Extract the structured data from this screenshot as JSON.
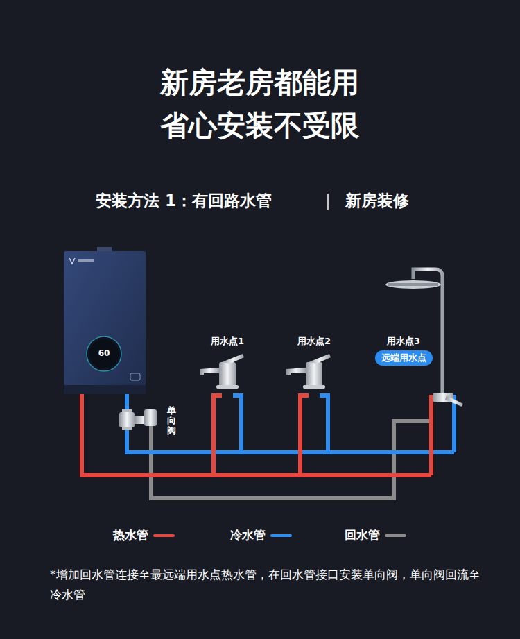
{
  "diagram": {
    "title": "新房老房都能用 省心安装不受限",
    "caption": "*增加回水管连接至最远端用水点热水管，在回水管接口安装单向阀，单向阀回流至冷水管",
    "nodes": [
      {
        "text": [
          "远端用水点"
        ]
      }
    ],
    "labels": [
      "安装方法 1：有回路水管",
      "新房装修",
      "60",
      "用水点1",
      "用水点2",
      "用水点3",
      "单向阀"
    ],
    "legend": [
      {
        "text": "热水管",
        "color": "#e5483f"
      },
      {
        "text": "冷水管",
        "color": "#2f8def"
      },
      {
        "text": "回水管",
        "color": "#8b8b8b"
      }
    ]
  }
}
